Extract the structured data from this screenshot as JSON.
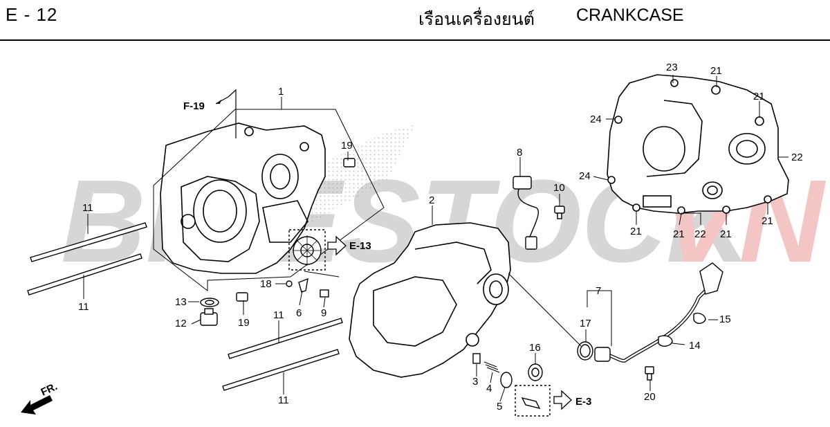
{
  "header": {
    "page_code": "E - 12",
    "title_thai": "เรือนเครื่องยนต์",
    "title_english": "CRANKCASE"
  },
  "watermark": {
    "text_a": "BIKESTOCK",
    "text_b": "VN",
    "color_a": "#c8c8c8",
    "color_b": "#f2b8b8"
  },
  "callouts": {
    "c1": "1",
    "c2": "2",
    "c3": "3",
    "c4": "4",
    "c5": "5",
    "c6": "6",
    "c7": "7",
    "c8": "8",
    "c9": "9",
    "c10": "10",
    "c11a": "11",
    "c11b": "11",
    "c11c": "11",
    "c11d": "11",
    "c12": "12",
    "c13": "13",
    "c14": "14",
    "c15": "15",
    "c16": "16",
    "c17": "17",
    "c18": "18",
    "c19a": "19",
    "c19b": "19",
    "c20": "20",
    "c21a": "21",
    "c21b": "21",
    "c21c": "21",
    "c21d": "21",
    "c21e": "21",
    "c21f": "21",
    "c22a": "22",
    "c22b": "22",
    "c23": "23",
    "c24a": "24",
    "c24b": "24"
  },
  "refs": {
    "f19": "F-19",
    "e13": "E-13",
    "e3": "E-3",
    "fr": "FR."
  }
}
